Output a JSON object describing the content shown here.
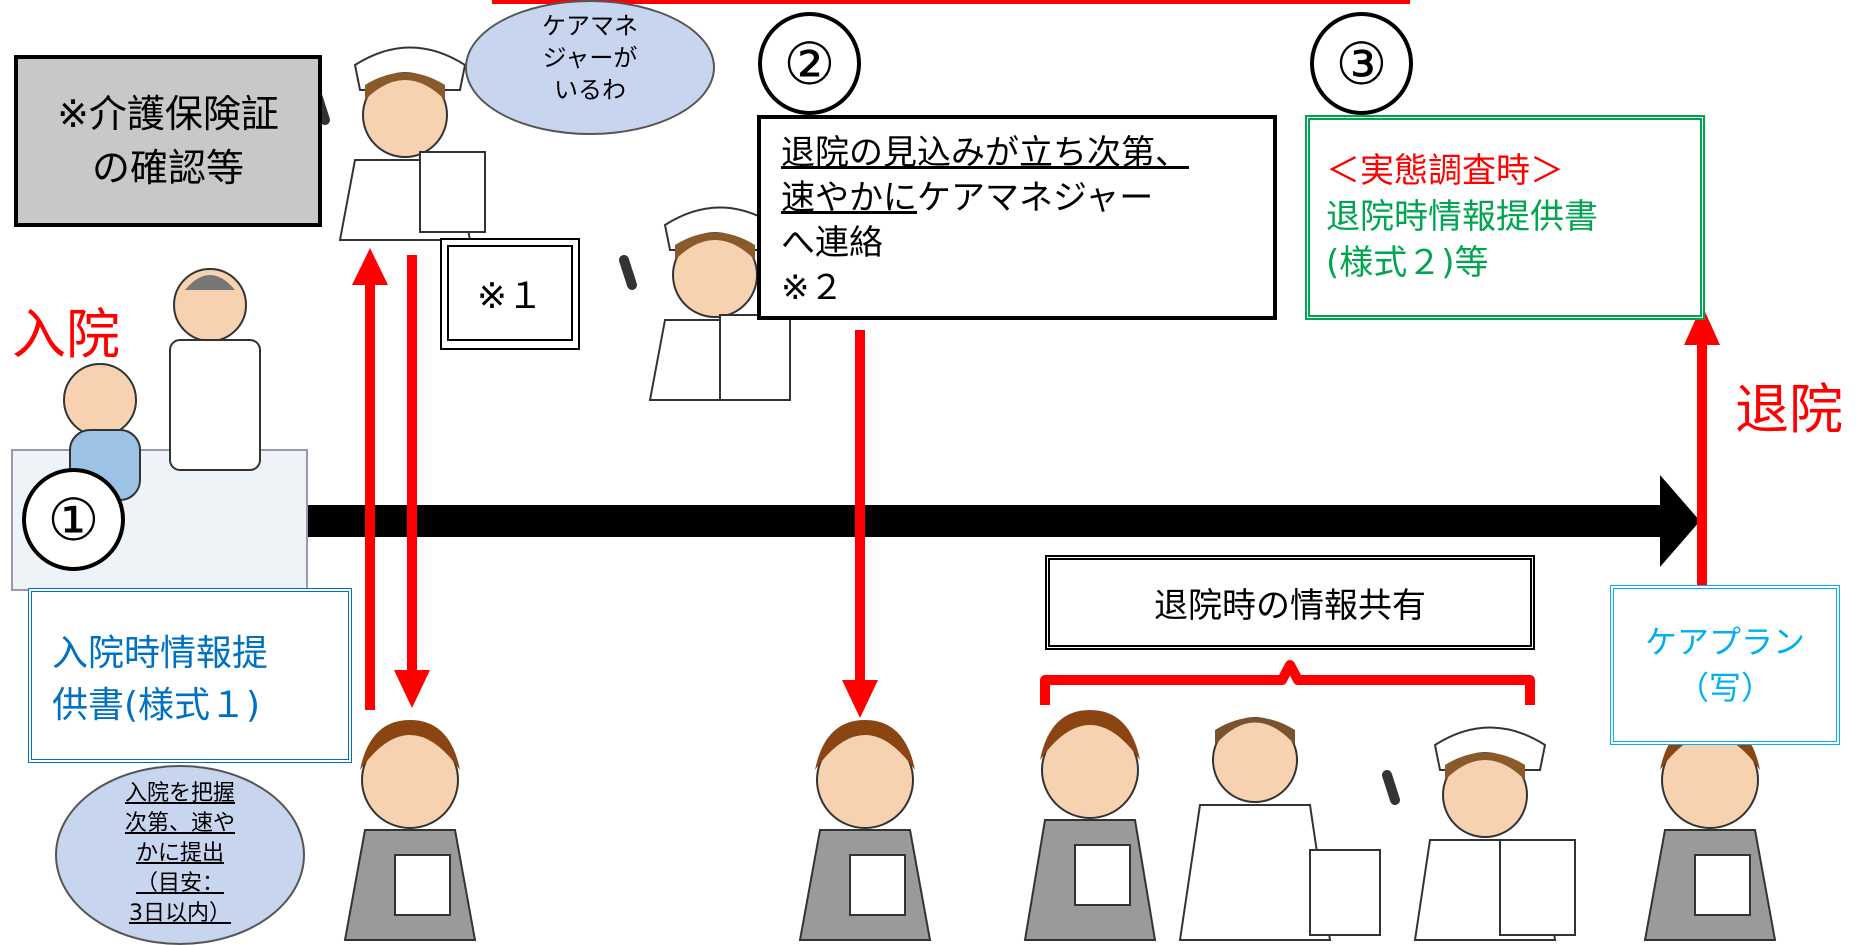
{
  "colors": {
    "red": "#ff0000",
    "green": "#00a550",
    "blue": "#0070c0",
    "cyan": "#00b0f0",
    "gray_box": "#c8c8c8",
    "bubble": "#c7d5ee"
  },
  "labels": {
    "admission": "入院",
    "discharge": "退院",
    "step1": "①",
    "step2": "②",
    "step3": "③",
    "insurance_check": "※介護保険証\nの確認等",
    "note1": "※１",
    "nurse_bubble": "ケアマネ\nジャーが\nいるわ",
    "step2_text_line1": "退院の見込みが立ち次第、",
    "step2_text_line2": "速やかに",
    "step2_text_line2b": "ケアマネジャー",
    "step2_text_line3": "へ連絡",
    "step2_text_line4": "※２",
    "survey_title": "＜実態調査時＞",
    "survey_body": "退院時情報提供書\n(様式２)等",
    "admission_form": "入院時情報提\n供書(様式１)",
    "cm_bubble": "入院を把握\n次第、速や\nかに提出\n（目安：\n3日以内）",
    "info_share": "退院時の情報共有",
    "care_plan": "ケアプラン\n（写）"
  },
  "icons": [
    "patient-doctor-illustration",
    "nurse-pointing-illustration",
    "care-manager-illustration",
    "doctor-illustration"
  ]
}
